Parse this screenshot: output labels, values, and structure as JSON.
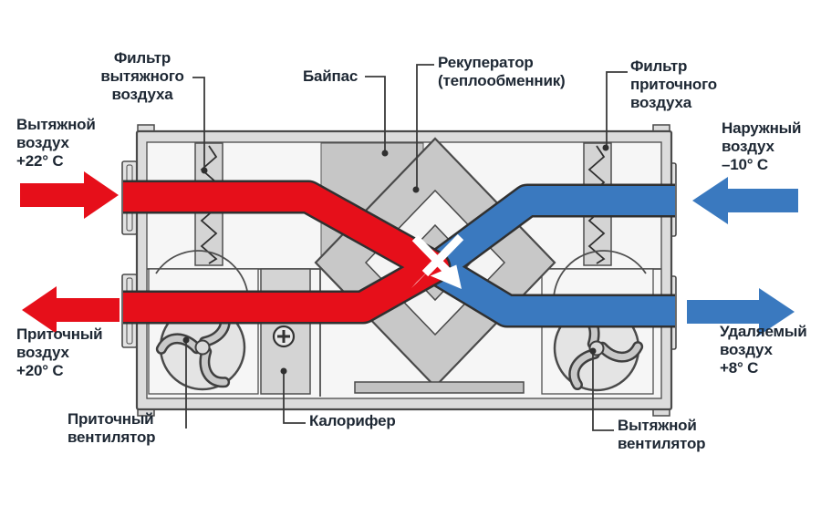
{
  "colors": {
    "warm": "#e60f1a",
    "cold": "#3a79bf",
    "band_outline": "#303030",
    "casing_fill": "#dcdcdc",
    "component_fill": "#c8c8c8",
    "outline": "#4a4a4a",
    "label_text": "#1d2733"
  },
  "flows": {
    "exhaust_in": {
      "lines": [
        "Вытяжной",
        "воздух",
        "+22° C"
      ],
      "direction": "right",
      "color_role": "warm"
    },
    "outdoor_in": {
      "lines": [
        "Наружный",
        "воздух",
        "–10° C"
      ],
      "direction": "left",
      "color_role": "cold"
    },
    "supply_out": {
      "lines": [
        "Приточный",
        "воздух",
        "+20° C"
      ],
      "direction": "left",
      "color_role": "warm"
    },
    "extract_out": {
      "lines": [
        "Удаляемый",
        "воздух",
        "+8° C"
      ],
      "direction": "right",
      "color_role": "cold"
    }
  },
  "components": {
    "filter_exhaust": {
      "lines": [
        "Фильтр",
        "вытяжного",
        "воздуха"
      ]
    },
    "bypass": {
      "lines": [
        "Байпас"
      ]
    },
    "recuperator": {
      "lines": [
        "Рекуператор",
        "(теплообменник)"
      ]
    },
    "filter_supply": {
      "lines": [
        "Фильтр",
        "приточного",
        "воздуха"
      ]
    },
    "supply_fan": {
      "lines": [
        "Приточный",
        "вентилятор"
      ]
    },
    "heater": {
      "lines": [
        "Калорифер"
      ]
    },
    "exhaust_fan": {
      "lines": [
        "Вытяжной",
        "вентилятор"
      ]
    }
  }
}
